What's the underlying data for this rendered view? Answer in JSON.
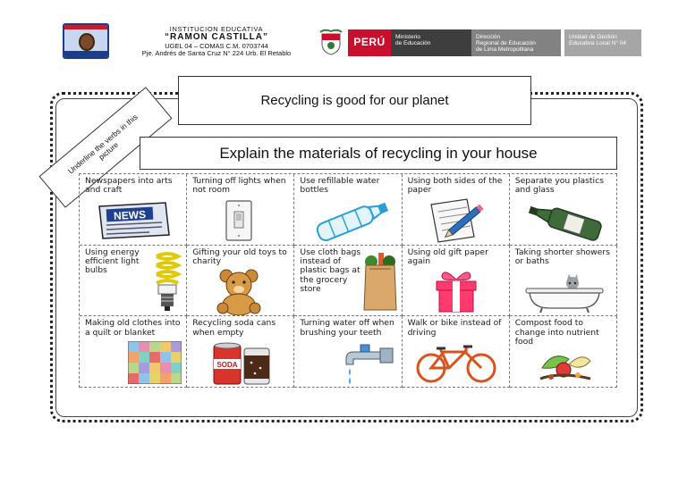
{
  "header": {
    "school": {
      "line1": "INSTITUCION EDUCATIVA",
      "line2": "“RAMON CASTILLA”",
      "line3": "UGEL 04 – COMAS   C.M. 0703744",
      "line4": "Pje. Andrés de Santa Cruz N° 224 Urb.  El Retablo"
    },
    "gov": {
      "peru": "PERÚ",
      "ministerio": [
        "Ministerio",
        "de Educación"
      ],
      "direccion": [
        "Dirección",
        "Regional de Educación",
        "de Lima Metropolitana"
      ],
      "unidad": [
        "Unidad de Gestión",
        "Educativa Local N° 04"
      ]
    }
  },
  "worksheet": {
    "title": "Recycling is good for our planet",
    "instruction": "Underline the verbs in this picture",
    "question": "Explain the materials of recycling in your house",
    "cells": [
      {
        "caption": "Newspapers into arts and craft",
        "icon": "newspaper-icon",
        "badge": "NEWS"
      },
      {
        "caption": "Turning off lights when not room",
        "icon": "light-switch-icon"
      },
      {
        "caption": "Use refillable water bottles",
        "icon": "water-bottle-icon"
      },
      {
        "caption": "Using both sides of the paper",
        "icon": "paper-pencil-icon"
      },
      {
        "caption": "Separate you plastics and glass",
        "icon": "glass-bottle-icon"
      },
      {
        "caption": "Using energy efficient light bulbs",
        "icon": "light-bulb-icon"
      },
      {
        "caption": "Gifting your old toys to charity",
        "icon": "teddy-bear-icon"
      },
      {
        "caption": "Use cloth bags instead of plastic bags at the grocery store",
        "icon": "grocery-bag-icon"
      },
      {
        "caption": "Using old gift paper again",
        "icon": "gift-box-icon"
      },
      {
        "caption": "Taking shorter showers or baths",
        "icon": "bathtub-icon"
      },
      {
        "caption": "Making old clothes into a quilt or blanket",
        "icon": "quilt-icon"
      },
      {
        "caption": "Recycling soda cans when empty",
        "icon": "soda-cans-icon",
        "badge": "SODA"
      },
      {
        "caption": "Turning water off when brushing your teeth",
        "icon": "faucet-icon"
      },
      {
        "caption": "Walk or bike instead of driving",
        "icon": "bicycle-icon"
      },
      {
        "caption": "Compost food to change into nutrient food",
        "icon": "compost-icon"
      }
    ]
  },
  "colors": {
    "peru_red": "#c8102e",
    "ministerio_gray": "#3e3e3e",
    "direccion_gray": "#828282",
    "unidad_gray": "#a6a6a6"
  }
}
